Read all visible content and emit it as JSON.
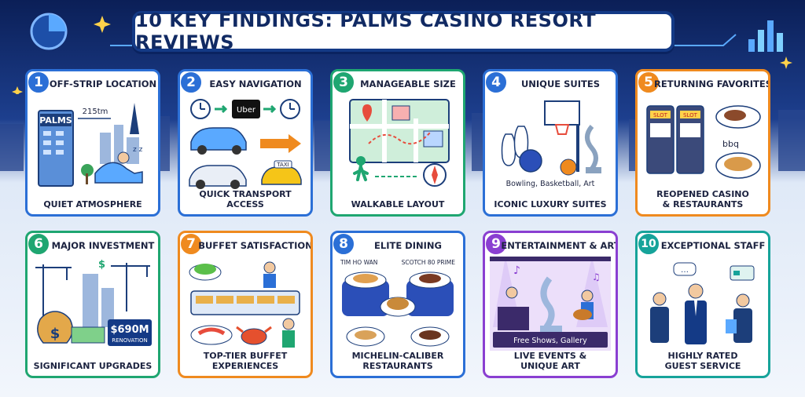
{
  "title": "10 KEY FINDINGS: PALMS CASINO RESORT REVIEWS",
  "colors": {
    "blue": "#2b6fd6",
    "green": "#1fa671",
    "orange": "#ef8a1f",
    "purple": "#8a3fd1",
    "teal": "#16a39a",
    "navy": "#143a86"
  },
  "cards": [
    {
      "num": "1",
      "title": "OFF-STRIP LOCATION",
      "footer": "QUIET ATMOSPHERE",
      "sign": "PALMS",
      "distance": "215tm",
      "snore": "z z"
    },
    {
      "num": "2",
      "title": "EASY NAVIGATION",
      "footer": "QUICK TRANSPORT ACCESS",
      "uber": "Uber",
      "taxi": "TAXI"
    },
    {
      "num": "3",
      "title": "MANAGEABLE SIZE",
      "footer": "WALKABLE LAYOUT"
    },
    {
      "num": "4",
      "title": "UNIQUE SUITES",
      "footer": "ICONIC LUXURY SUITES",
      "caption": "Bowling, Basketball, Art"
    },
    {
      "num": "5",
      "title": "RETURNING FAVORITES",
      "footer_line1": "REOPENED CASINO",
      "footer_line2": "& RESTAURANTS",
      "slot1": "SLOT",
      "slot2": "SLOT",
      "bbq": "bbq"
    },
    {
      "num": "6",
      "title": "MAJOR INVESTMENT",
      "footer": "SIGNIFICANT UPGRADES",
      "amount": "$690M",
      "amount_label": "RENOVATION",
      "dollar": "$"
    },
    {
      "num": "7",
      "title": "BUFFET SATISFACTION",
      "footer_line1": "TOP-TIER BUFFET",
      "footer_line2": "EXPERIENCES"
    },
    {
      "num": "8",
      "title": "ELITE DINING",
      "footer_line1": "MICHELIN-CALIBER",
      "footer_line2": "RESTAURANTS",
      "left_sign": "TIM HO WAN",
      "right_sign": "SCOTCH 80 PRIME"
    },
    {
      "num": "9",
      "title": "ENTERTAINMENT & ART",
      "footer_line1": "LIVE EVENTS &",
      "footer_line2": "UNIQUE ART",
      "banner": "Free Shows, Gallery"
    },
    {
      "num": "10",
      "title": "EXCEPTIONAL STAFF",
      "footer_line1": "HIGHLY RATED",
      "footer_line2": "GUEST SERVICE"
    }
  ]
}
